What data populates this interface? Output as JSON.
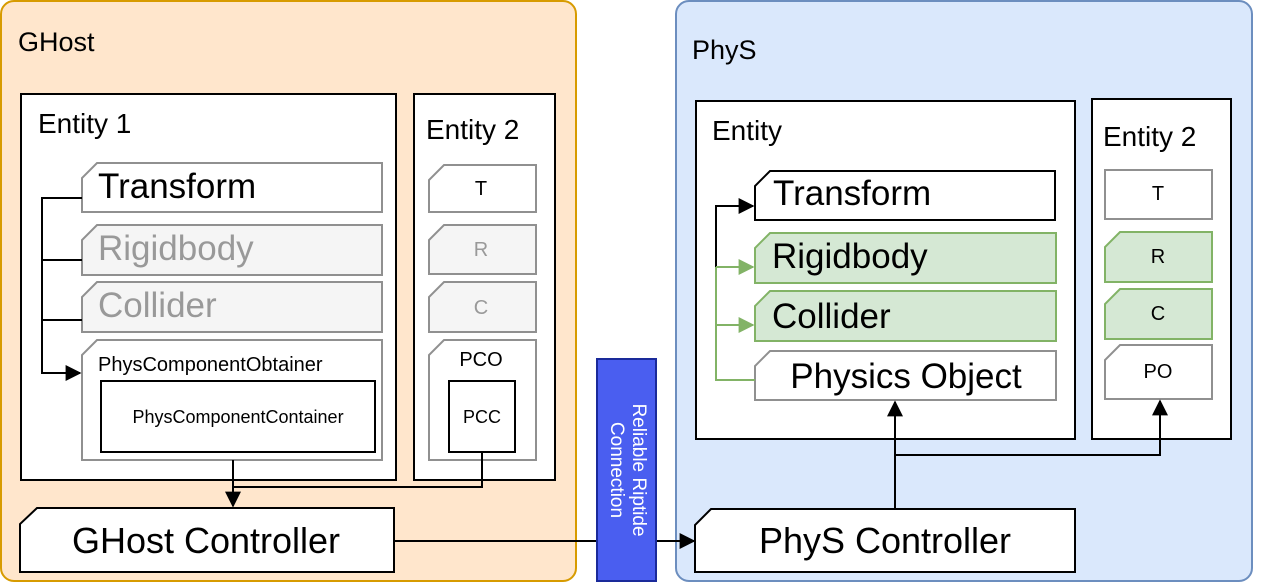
{
  "ghost": {
    "title": "GHost",
    "entity1": {
      "title": "Entity 1",
      "components": {
        "transform": "Transform",
        "rigidbody": "Rigidbody",
        "collider": "Collider",
        "obtainer": "PhysComponentObtainer",
        "container": "PhysComponentContainer"
      }
    },
    "entity2": {
      "title": "Entity 2",
      "components": {
        "t": "T",
        "r": "R",
        "c": "C",
        "pco": "PCO",
        "pcc": "PCC"
      }
    },
    "controller": "GHost Controller"
  },
  "connection": {
    "label_line1": "Reliable Riptide",
    "label_line2": "Connection"
  },
  "phys": {
    "title": "PhyS",
    "entity1": {
      "title": "Entity",
      "components": {
        "transform": "Transform",
        "rigidbody": "Rigidbody",
        "collider": "Collider",
        "physics_object": "Physics Object"
      }
    },
    "entity2": {
      "title": "Entity 2",
      "components": {
        "t": "T",
        "r": "R",
        "c": "C",
        "po": "PO"
      }
    },
    "controller": "PhyS Controller"
  },
  "colors": {
    "ghost_fill": "#ffe6cc",
    "ghost_border": "#d79b00",
    "phys_fill": "#dae8fc",
    "phys_border": "#6c8ebf",
    "disabled_fill": "#f5f5f5",
    "disabled_border": "#909090",
    "disabled_text": "#999999",
    "synced_fill": "#d5e8d4",
    "synced_border": "#82b366",
    "riptide_fill": "#4a5ef0"
  }
}
